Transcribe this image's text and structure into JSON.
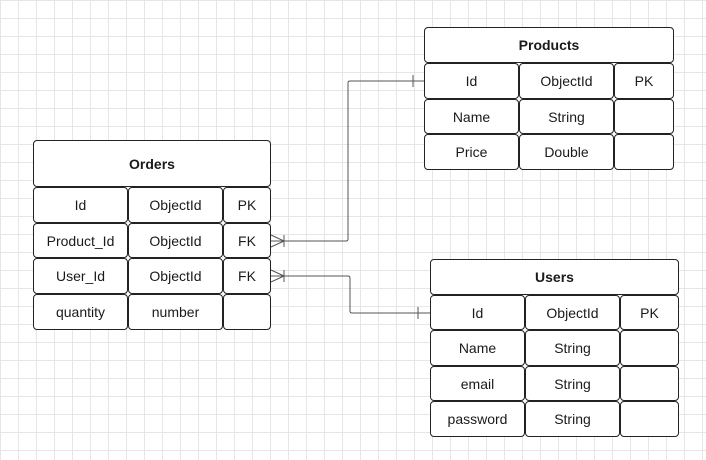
{
  "diagram": {
    "entities": [
      {
        "id": "orders",
        "title": "Orders",
        "rows": [
          [
            "Id",
            "ObjectId",
            "PK"
          ],
          [
            "Product_Id",
            "ObjectId",
            "FK"
          ],
          [
            "User_Id",
            "ObjectId",
            "FK"
          ],
          [
            "quantity",
            "number",
            ""
          ]
        ]
      },
      {
        "id": "products",
        "title": "Products",
        "rows": [
          [
            "Id",
            "ObjectId",
            "PK"
          ],
          [
            "Name",
            "String",
            ""
          ],
          [
            "Price",
            "Double",
            ""
          ]
        ]
      },
      {
        "id": "users",
        "title": "Users",
        "rows": [
          [
            "Id",
            "ObjectId",
            "PK"
          ],
          [
            "Name",
            "String",
            ""
          ],
          [
            "email",
            "String",
            ""
          ],
          [
            "password",
            "String",
            ""
          ]
        ]
      }
    ],
    "relationships": [
      {
        "from": "orders.Product_Id",
        "to": "products.Id",
        "from_cardinality": "many",
        "to_cardinality": "one"
      },
      {
        "from": "orders.User_Id",
        "to": "users.Id",
        "from_cardinality": "many",
        "to_cardinality": "one"
      }
    ],
    "colors": {
      "line": "#555555",
      "border": "#222222",
      "grid": "#e6e6e6"
    }
  }
}
